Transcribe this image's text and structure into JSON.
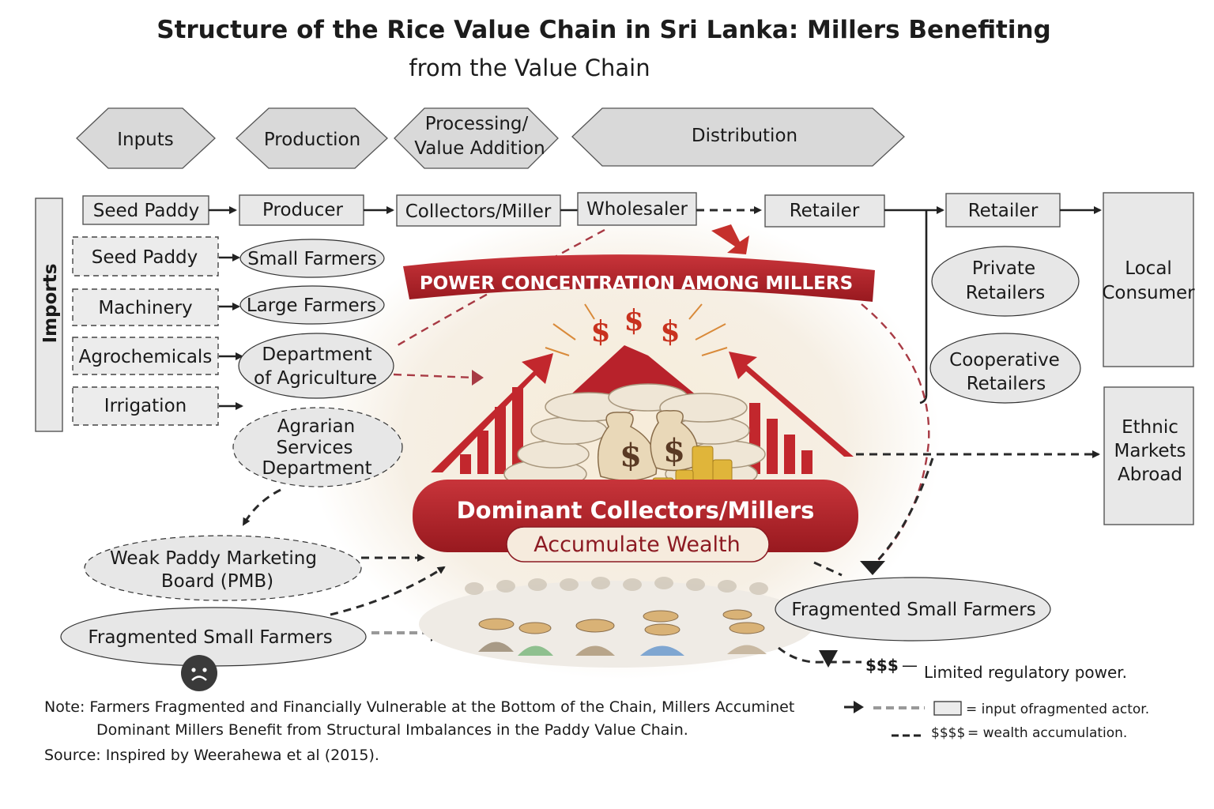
{
  "title": {
    "line1": "Structure of the Rice Value Chain in Sri Lanka: Millers Benefiting",
    "line2": "from the Value Chain"
  },
  "stages": [
    {
      "label": "Inputs"
    },
    {
      "label": "Production"
    },
    {
      "label_line1": "Processing/",
      "label_line2": "Value Addition"
    },
    {
      "label": "Distribution"
    }
  ],
  "imports_label": "Imports",
  "main_chain": {
    "seed_paddy": "Seed Paddy",
    "producer": "Producer",
    "collectors_miller": "Collectors/Miller",
    "wholesaler": "Wholesaler",
    "retailer_1": "Retailer",
    "retailer_2": "Retailer"
  },
  "inputs": [
    {
      "label": "Seed Paddy"
    },
    {
      "label": "Machinery"
    },
    {
      "label": "Agrochemicals"
    },
    {
      "label": "Irrigation"
    }
  ],
  "actors": {
    "small_farmers": "Small Farmers",
    "large_farmers": "Large Farmers",
    "dept_agri_line1": "Department",
    "dept_agri_line2": "of Agriculture",
    "agrarian_line1": "Agrarian",
    "agrarian_line2": "Services",
    "agrarian_line3": "Department",
    "pmb_line1": "Weak Paddy Marketing",
    "pmb_line2": "Board (PMB)",
    "fragmented_left": "Fragmented Small Farmers",
    "fragmented_right": "Fragmented Small Farmers",
    "private_line1": "Private",
    "private_line2": "Retailers",
    "coop_line1": "Cooperative",
    "coop_line2": "Retailers",
    "local_line1": "Local",
    "local_line2": "Consumer",
    "ethnic_line1": "Ethnic",
    "ethnic_line2": "Markets",
    "ethnic_line3": "Abroad"
  },
  "center": {
    "banner": "POWER CONCENTRATION AMONG MILLERS",
    "dollar_signs": [
      "$",
      "$",
      "$"
    ],
    "bag_symbols": [
      "$",
      "$"
    ],
    "dominant": "Dominant Collectors/Millers",
    "accumulate": "Accumulate Wealth"
  },
  "regulatory": {
    "symbol": "$$$",
    "dash": "—",
    "text": "Limited regulatory power."
  },
  "notes": {
    "note_line1": "Note: Farmers Fragmented and Financially Vulnerable at the Bottom of the Chain, Millers Accuminet",
    "note_line2": "Dominant Millers Benefit from Structural Imbalances in the Paddy Value Chain.",
    "source": "Source: Inspired by Weerahewa et al (2015)."
  },
  "legend": {
    "item1": "= input ofragmented actor.",
    "item2_symbol": "$$$$",
    "item2": "= wealth accumulation."
  },
  "colors": {
    "accent_red": "#b8222b",
    "dark_red": "#8c1a22",
    "box_gray": "#e8e8e8",
    "stage_gray": "#d9d9d9"
  }
}
